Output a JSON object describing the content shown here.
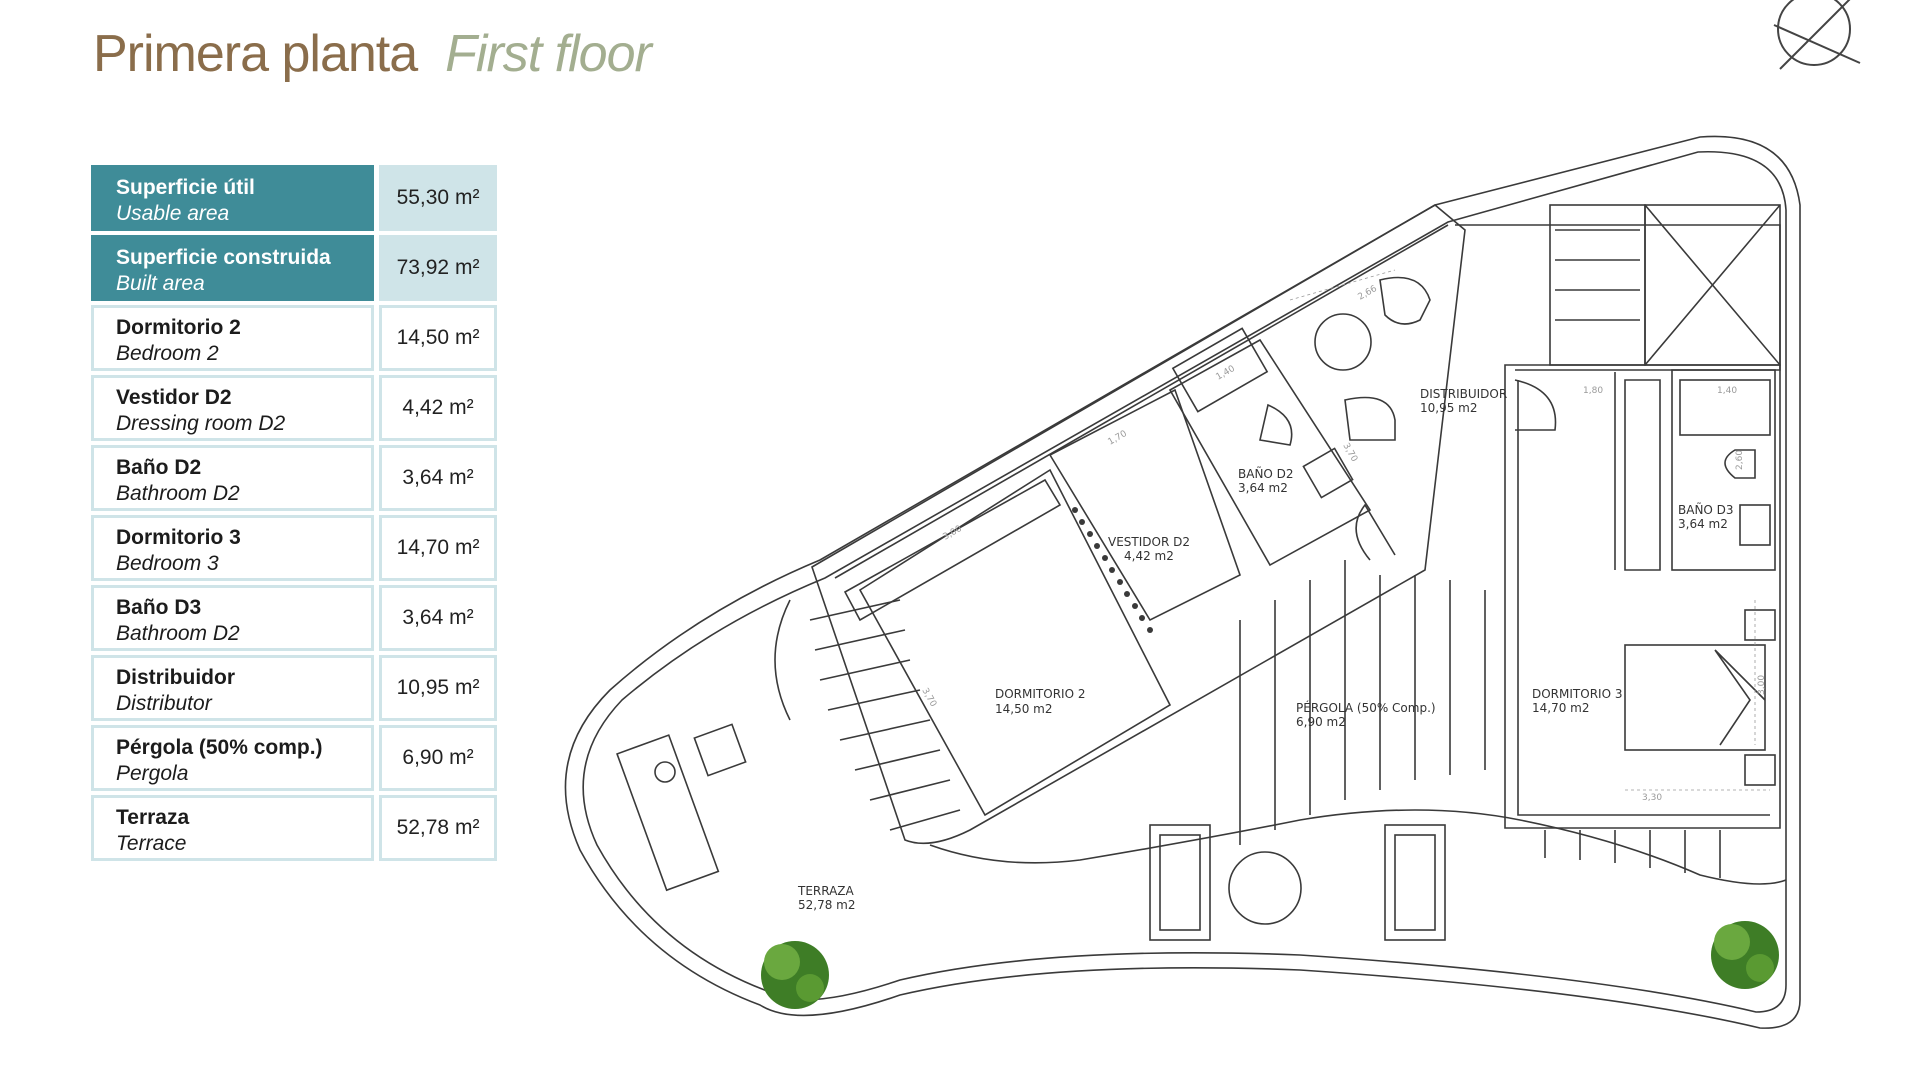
{
  "header": {
    "title_es": "Primera planta",
    "title_en": "First floor"
  },
  "areas": [
    {
      "es": "Superficie útil",
      "en": "Usable area",
      "value": "55,30 m²",
      "highlight": true
    },
    {
      "es": "Superficie construida",
      "en": "Built area",
      "value": "73,92 m²",
      "highlight": true
    },
    {
      "es": "Dormitorio 2",
      "en": "Bedroom 2",
      "value": "14,50 m²",
      "highlight": false
    },
    {
      "es": "Vestidor D2",
      "en": "Dressing room D2",
      "value": "4,42 m²",
      "highlight": false
    },
    {
      "es": "Baño D2",
      "en": "Bathroom D2",
      "value": "3,64 m²",
      "highlight": false
    },
    {
      "es": "Dormitorio 3",
      "en": "Bedroom 3",
      "value": "14,70 m²",
      "highlight": false
    },
    {
      "es": "Baño D3",
      "en": "Bathroom D2",
      "value": "3,64 m²",
      "highlight": false
    },
    {
      "es": "Distribuidor",
      "en": "Distributor",
      "value": "10,95 m²",
      "highlight": false
    },
    {
      "es": "Pérgola (50% comp.)",
      "en": "Pergola",
      "value": "6,90 m²",
      "highlight": false
    },
    {
      "es": "Terraza",
      "en": "Terrace",
      "value": "52,78 m²",
      "highlight": false
    }
  ],
  "plan": {
    "rooms": {
      "distribuidor": {
        "name": "DISTRIBUIDOR",
        "area": "10,95 m2"
      },
      "bano_d2": {
        "name": "BAÑO D2",
        "area": "3,64 m2"
      },
      "vestidor_d2": {
        "name": "VESTIDOR D2",
        "area": "4,42 m2"
      },
      "bano_d3": {
        "name": "BAÑO D3",
        "area": "3,64 m2"
      },
      "dormitorio_2": {
        "name": "DORMITORIO 2",
        "area": "14,50 m2"
      },
      "pergola": {
        "name": "PÉRGOLA (50% Comp.)",
        "area": "6,90 m2"
      },
      "dormitorio_3": {
        "name": "DORMITORIO 3",
        "area": "14,70 m2"
      },
      "terraza": {
        "name": "TERRAZA",
        "area": "52,78 m2"
      }
    },
    "dimensions": [
      "2,66",
      "1,40",
      "1,80",
      "1,40",
      "1,70",
      "3,70",
      "2,60",
      "3,00",
      "3,70",
      "3,00",
      "3,30"
    ]
  },
  "colors": {
    "title_es": "#8a6d4b",
    "title_en": "#a3ae90",
    "table_highlight": "#3f8c98",
    "table_light": "#cfe4e8",
    "plan_line": "#3a3a3a",
    "plant": "#4f8a2e"
  }
}
